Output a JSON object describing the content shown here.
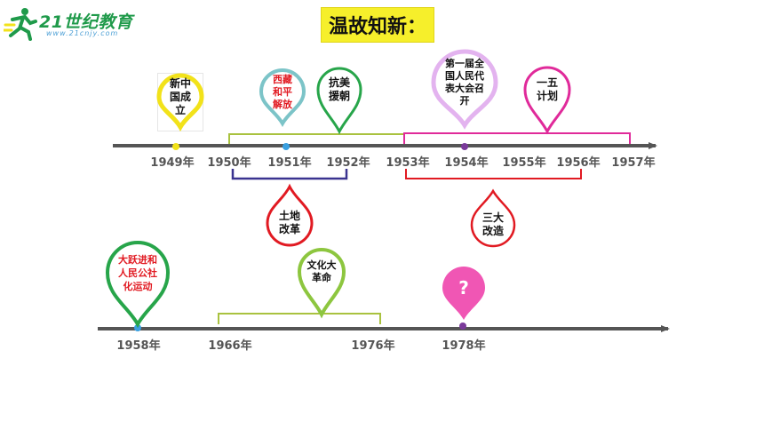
{
  "logo": {
    "main": "21世纪教育",
    "sub": "www.21cnjy.com"
  },
  "title": "温故知新：",
  "timeline1": {
    "years": [
      "1949年",
      "1950年",
      "1951年",
      "1952年",
      "1953年",
      "1954年",
      "1955年",
      "1956年",
      "1957年"
    ]
  },
  "timeline2": {
    "years": [
      "1958年",
      "1966年",
      "1976年",
      "1978年"
    ]
  },
  "events": {
    "founding": "新中\n国成\n立",
    "tibet": "西藏\n和平\n解放",
    "korea": "抗美\n援朝",
    "npc": "第一届全\n国人民代\n表大会召\n开",
    "five_year": "一五\n计划",
    "land_reform": "土地\n改革",
    "three_transformations": "三大\n改造",
    "great_leap": "大跃进和\n人民公社\n化运动",
    "cultural_revolution": "文化大\n革命",
    "unknown": "?"
  },
  "colors": {
    "axis": "#555555",
    "yellow": "#f2e21a",
    "teal": "#7cc4c8",
    "green": "#27a54a",
    "lavender": "#e3b3ef",
    "magenta": "#e02a9a",
    "navy": "#3a3390",
    "red": "#e11a22",
    "lime": "#8dc63f",
    "pink": "#f056b4",
    "red_text": "#e11a22"
  }
}
